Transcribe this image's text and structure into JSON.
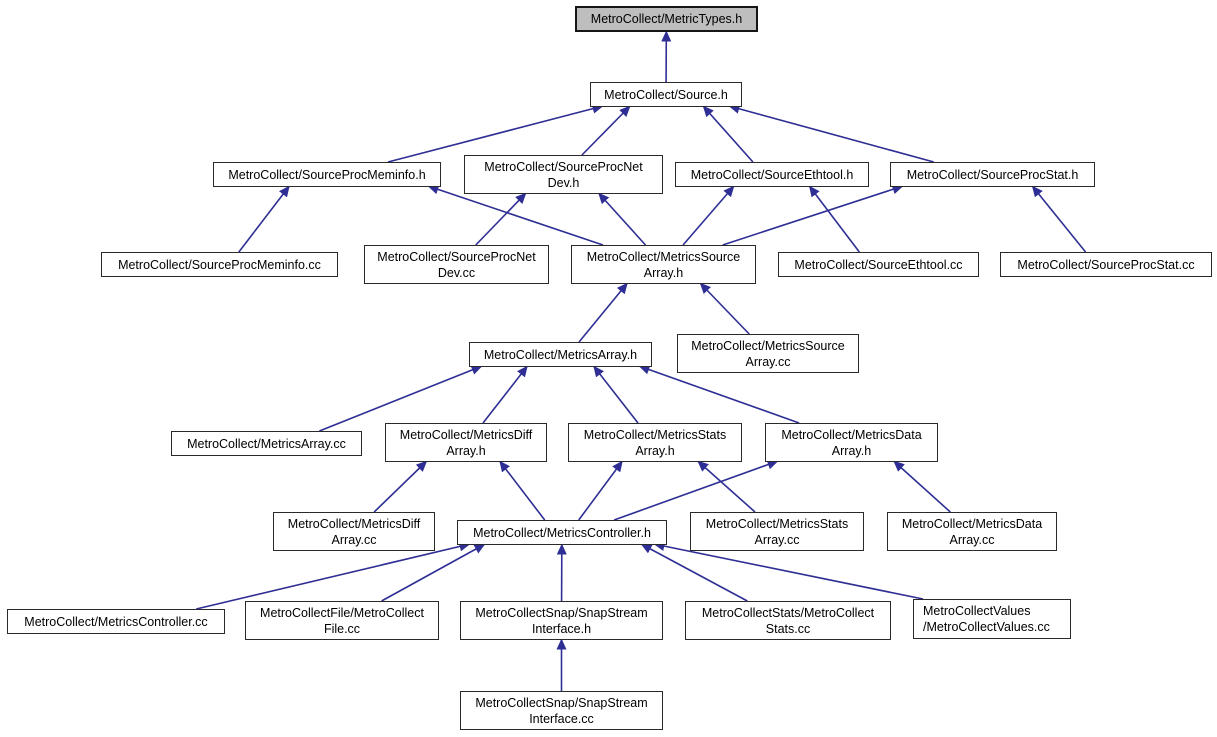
{
  "diagram": {
    "type": "include-dependency-graph",
    "colors": {
      "background": "#ffffff",
      "node_fill": "#ffffff",
      "node_border": "#2a2a2a",
      "root_fill": "#bebebe",
      "edge": "#2e2e94"
    },
    "root_label": "MetroCollect/MetricTypes.h",
    "nodes": [
      {
        "id": "metric-types-h",
        "label": "MetroCollect/MetricTypes.h"
      },
      {
        "id": "source-h",
        "label": "MetroCollect/Source.h"
      },
      {
        "id": "source-proc-meminfo-h",
        "label": "MetroCollect/SourceProcMeminfo.h"
      },
      {
        "id": "source-proc-net-dev-h",
        "label": "MetroCollect/SourceProcNet\nDev.h"
      },
      {
        "id": "source-ethtool-h",
        "label": "MetroCollect/SourceEthtool.h"
      },
      {
        "id": "source-proc-stat-h",
        "label": "MetroCollect/SourceProcStat.h"
      },
      {
        "id": "source-proc-meminfo-cc",
        "label": "MetroCollect/SourceProcMeminfo.cc"
      },
      {
        "id": "source-proc-net-dev-cc",
        "label": "MetroCollect/SourceProcNet\nDev.cc"
      },
      {
        "id": "metrics-source-array-h",
        "label": "MetroCollect/MetricsSource\nArray.h"
      },
      {
        "id": "source-ethtool-cc",
        "label": "MetroCollect/SourceEthtool.cc"
      },
      {
        "id": "source-proc-stat-cc",
        "label": "MetroCollect/SourceProcStat.cc"
      },
      {
        "id": "metrics-array-h",
        "label": "MetroCollect/MetricsArray.h"
      },
      {
        "id": "metrics-source-array-cc",
        "label": "MetroCollect/MetricsSource\nArray.cc"
      },
      {
        "id": "metrics-array-cc",
        "label": "MetroCollect/MetricsArray.cc"
      },
      {
        "id": "metrics-diff-array-h",
        "label": "MetroCollect/MetricsDiff\nArray.h"
      },
      {
        "id": "metrics-stats-array-h",
        "label": "MetroCollect/MetricsStats\nArray.h"
      },
      {
        "id": "metrics-data-array-h",
        "label": "MetroCollect/MetricsData\nArray.h"
      },
      {
        "id": "metrics-diff-array-cc",
        "label": "MetroCollect/MetricsDiff\nArray.cc"
      },
      {
        "id": "metrics-controller-h",
        "label": "MetroCollect/MetricsController.h"
      },
      {
        "id": "metrics-stats-array-cc",
        "label": "MetroCollect/MetricsStats\nArray.cc"
      },
      {
        "id": "metrics-data-array-cc",
        "label": "MetroCollect/MetricsData\nArray.cc"
      },
      {
        "id": "metrics-controller-cc",
        "label": "MetroCollect/MetricsController.cc"
      },
      {
        "id": "metro-collect-file-cc",
        "label": "MetroCollectFile/MetroCollect\nFile.cc"
      },
      {
        "id": "snap-stream-interface-h",
        "label": "MetroCollectSnap/SnapStream\nInterface.h"
      },
      {
        "id": "metro-collect-stats-cc",
        "label": "MetroCollectStats/MetroCollect\nStats.cc"
      },
      {
        "id": "metro-collect-values-cc",
        "label": "MetroCollectValues\n/MetroCollectValues.cc"
      },
      {
        "id": "snap-stream-interface-cc",
        "label": "MetroCollectSnap/SnapStream\nInterface.cc"
      }
    ],
    "edges": [
      {
        "from": "source-h",
        "to": "metric-types-h"
      },
      {
        "from": "source-proc-meminfo-h",
        "to": "source-h"
      },
      {
        "from": "source-proc-net-dev-h",
        "to": "source-h"
      },
      {
        "from": "source-ethtool-h",
        "to": "source-h"
      },
      {
        "from": "source-proc-stat-h",
        "to": "source-h"
      },
      {
        "from": "source-proc-meminfo-cc",
        "to": "source-proc-meminfo-h"
      },
      {
        "from": "metrics-source-array-h",
        "to": "source-proc-meminfo-h"
      },
      {
        "from": "source-proc-net-dev-cc",
        "to": "source-proc-net-dev-h"
      },
      {
        "from": "metrics-source-array-h",
        "to": "source-proc-net-dev-h"
      },
      {
        "from": "metrics-source-array-h",
        "to": "source-ethtool-h"
      },
      {
        "from": "source-ethtool-cc",
        "to": "source-ethtool-h"
      },
      {
        "from": "metrics-source-array-h",
        "to": "source-proc-stat-h"
      },
      {
        "from": "source-proc-stat-cc",
        "to": "source-proc-stat-h"
      },
      {
        "from": "metrics-array-h",
        "to": "metrics-source-array-h"
      },
      {
        "from": "metrics-source-array-cc",
        "to": "metrics-source-array-h"
      },
      {
        "from": "metrics-array-cc",
        "to": "metrics-array-h"
      },
      {
        "from": "metrics-diff-array-h",
        "to": "metrics-array-h"
      },
      {
        "from": "metrics-stats-array-h",
        "to": "metrics-array-h"
      },
      {
        "from": "metrics-data-array-h",
        "to": "metrics-array-h"
      },
      {
        "from": "metrics-diff-array-cc",
        "to": "metrics-diff-array-h"
      },
      {
        "from": "metrics-controller-h",
        "to": "metrics-diff-array-h"
      },
      {
        "from": "metrics-controller-h",
        "to": "metrics-stats-array-h"
      },
      {
        "from": "metrics-stats-array-cc",
        "to": "metrics-stats-array-h"
      },
      {
        "from": "metrics-controller-h",
        "to": "metrics-data-array-h"
      },
      {
        "from": "metrics-data-array-cc",
        "to": "metrics-data-array-h"
      },
      {
        "from": "metrics-controller-cc",
        "to": "metrics-controller-h"
      },
      {
        "from": "metro-collect-file-cc",
        "to": "metrics-controller-h"
      },
      {
        "from": "snap-stream-interface-h",
        "to": "metrics-controller-h"
      },
      {
        "from": "metro-collect-stats-cc",
        "to": "metrics-controller-h"
      },
      {
        "from": "metro-collect-values-cc",
        "to": "metrics-controller-h"
      },
      {
        "from": "snap-stream-interface-cc",
        "to": "snap-stream-interface-h"
      }
    ]
  }
}
